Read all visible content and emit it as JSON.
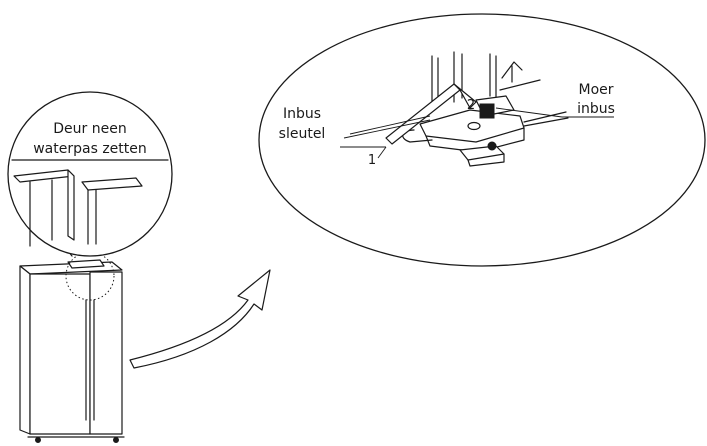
{
  "labels": {
    "door_line1": "Deur neen",
    "door_line2": "waterpas zetten",
    "nut_line1": "Moer",
    "nut_line2": "inbus",
    "key_line1": "Inbus",
    "key_line2": "sleutel",
    "marker_1": "1",
    "marker_2": "2"
  },
  "colors": {
    "line": "#1a1a1a",
    "background": "#ffffff"
  }
}
